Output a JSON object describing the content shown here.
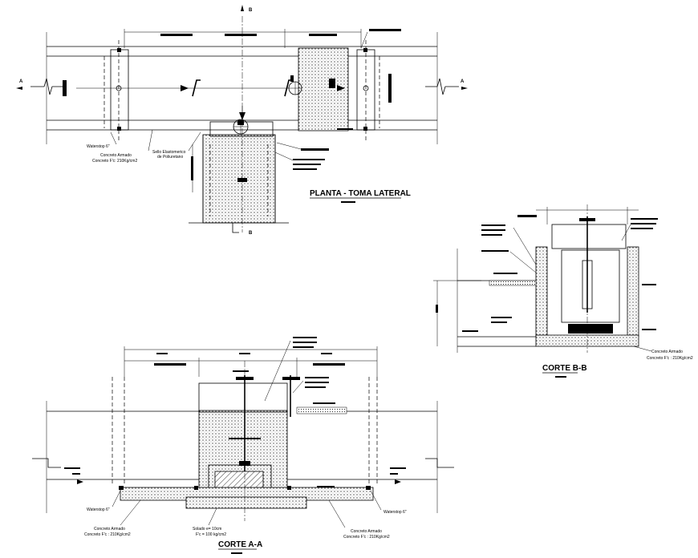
{
  "titles": {
    "plan": "PLANTA - TOMA LATERAL",
    "section_aa": "CORTE A-A",
    "section_bb": "CORTE B-B"
  },
  "section_marks": {
    "a": "A",
    "b": "B"
  },
  "plan_labels": {
    "waterstop": "Waterstop 6\"",
    "concrete": "Concreto Armado",
    "concrete_strength": "Concreto F'c: 210Kg/cm2",
    "seal": "Sello Elastomerico",
    "seal_2": "de Poliuretano"
  },
  "aa_labels": {
    "waterstop": "Waterstop 6\"",
    "concrete": "Concreto Armado",
    "concrete_strength": "Concreto F'c : 210Kg/cm2",
    "solado": "Solado e= 10cm",
    "solado_strength": "F'c = 100 kg/cm2"
  },
  "bb_labels": {
    "concrete": "Concreto Armado",
    "concrete_strength": "Concreto F'c : 210Kg/cm2"
  }
}
